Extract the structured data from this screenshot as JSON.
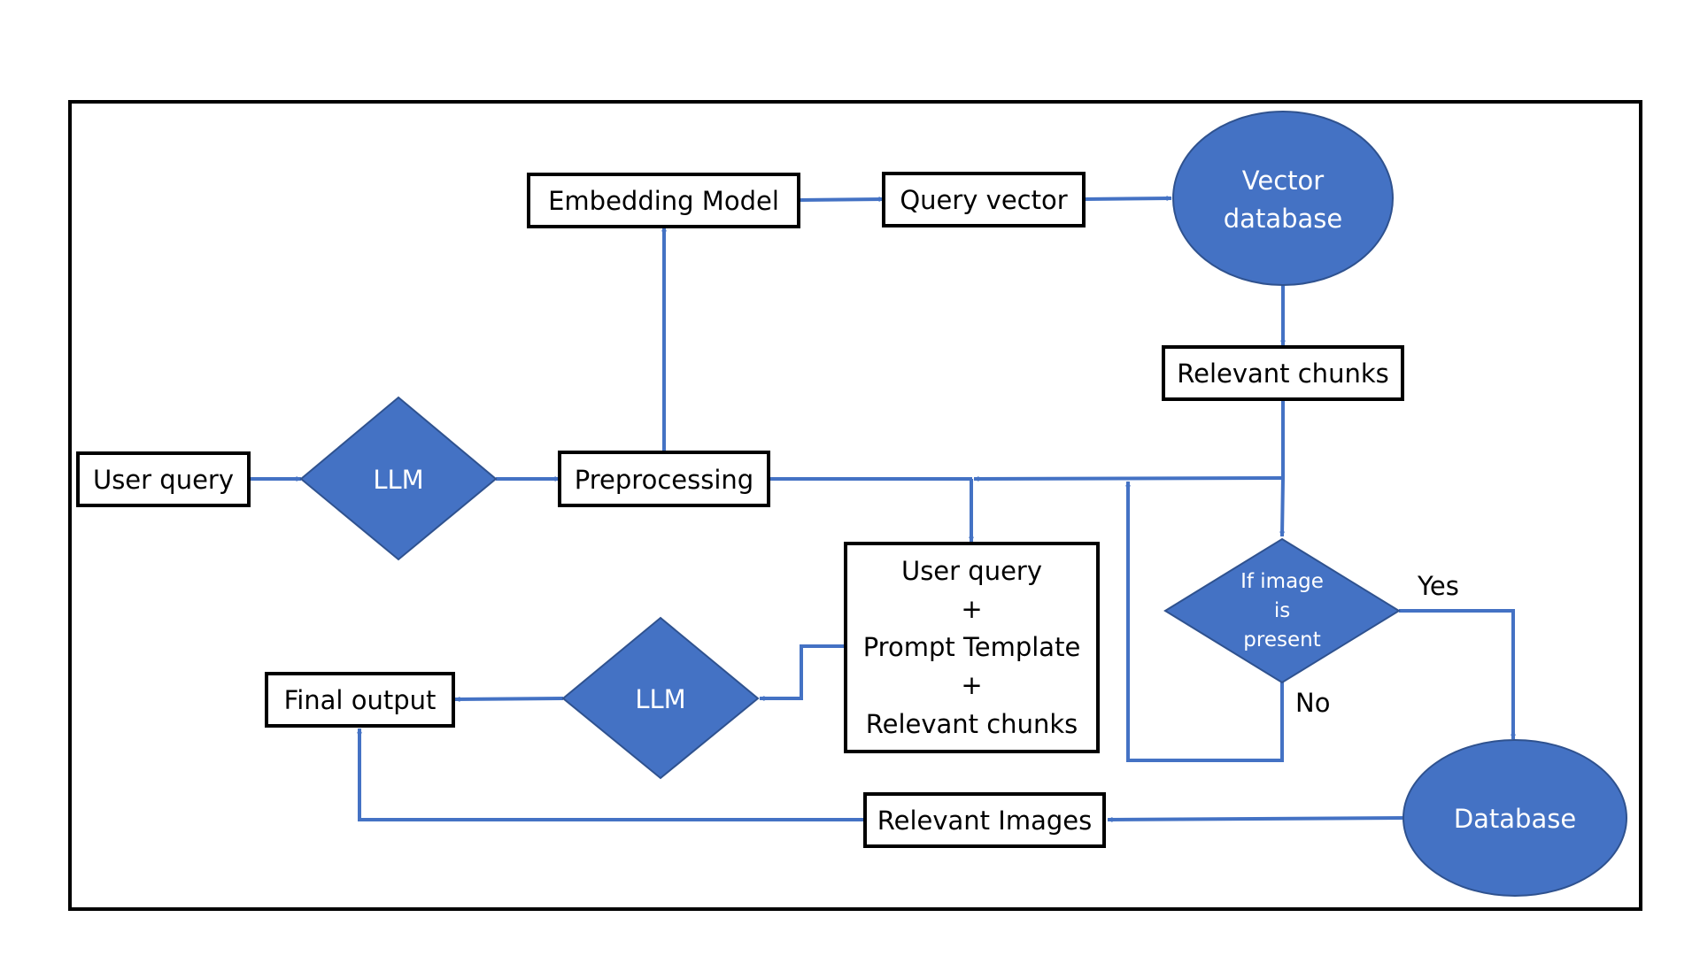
{
  "colors": {
    "shape_fill": "#4472C4",
    "shape_stroke": "#2F528F",
    "connector": "#4472C4",
    "box_border": "#000000",
    "box_fill": "#FFFFFF",
    "shape_text": "#FFFFFF",
    "box_text": "#000000"
  },
  "nodes": {
    "user_query": {
      "label": "User query"
    },
    "llm_1": {
      "label": "LLM"
    },
    "preprocessing": {
      "label": "Preprocessing"
    },
    "embedding_model": {
      "label": "Embedding Model"
    },
    "query_vector": {
      "label": "Query vector"
    },
    "vector_database": {
      "label_line1": "Vector",
      "label_line2": "database"
    },
    "relevant_chunks": {
      "label": "Relevant chunks"
    },
    "image_decision": {
      "label_line1": "If image",
      "label_line2": "is",
      "label_line3": "present"
    },
    "prompt_box": {
      "line1": "User query",
      "line2": "+",
      "line3": "Prompt Template",
      "line4": "+",
      "line5": "Relevant chunks"
    },
    "llm_2": {
      "label": "LLM"
    },
    "final_output": {
      "label": "Final output"
    },
    "database": {
      "label": "Database"
    },
    "relevant_images": {
      "label": "Relevant Images"
    }
  },
  "edge_labels": {
    "yes": "Yes",
    "no": "No"
  }
}
